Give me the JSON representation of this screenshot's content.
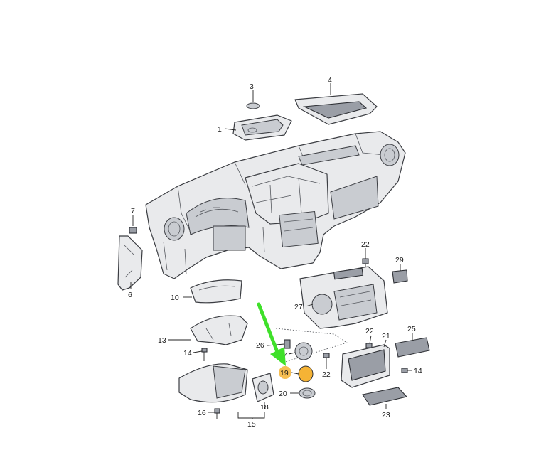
{
  "diagram": {
    "callouts": [
      "1",
      "3",
      "4",
      "6",
      "7",
      "10",
      "13",
      "14",
      "15",
      "16",
      "18",
      "19",
      "20",
      "22",
      "22",
      "22",
      "21",
      "25",
      "26",
      "27",
      "29",
      "14",
      "23",
      "7"
    ],
    "highlight_color": "#f5b335",
    "arrow_color": "#3fe02a",
    "highlighted_part": "19"
  }
}
